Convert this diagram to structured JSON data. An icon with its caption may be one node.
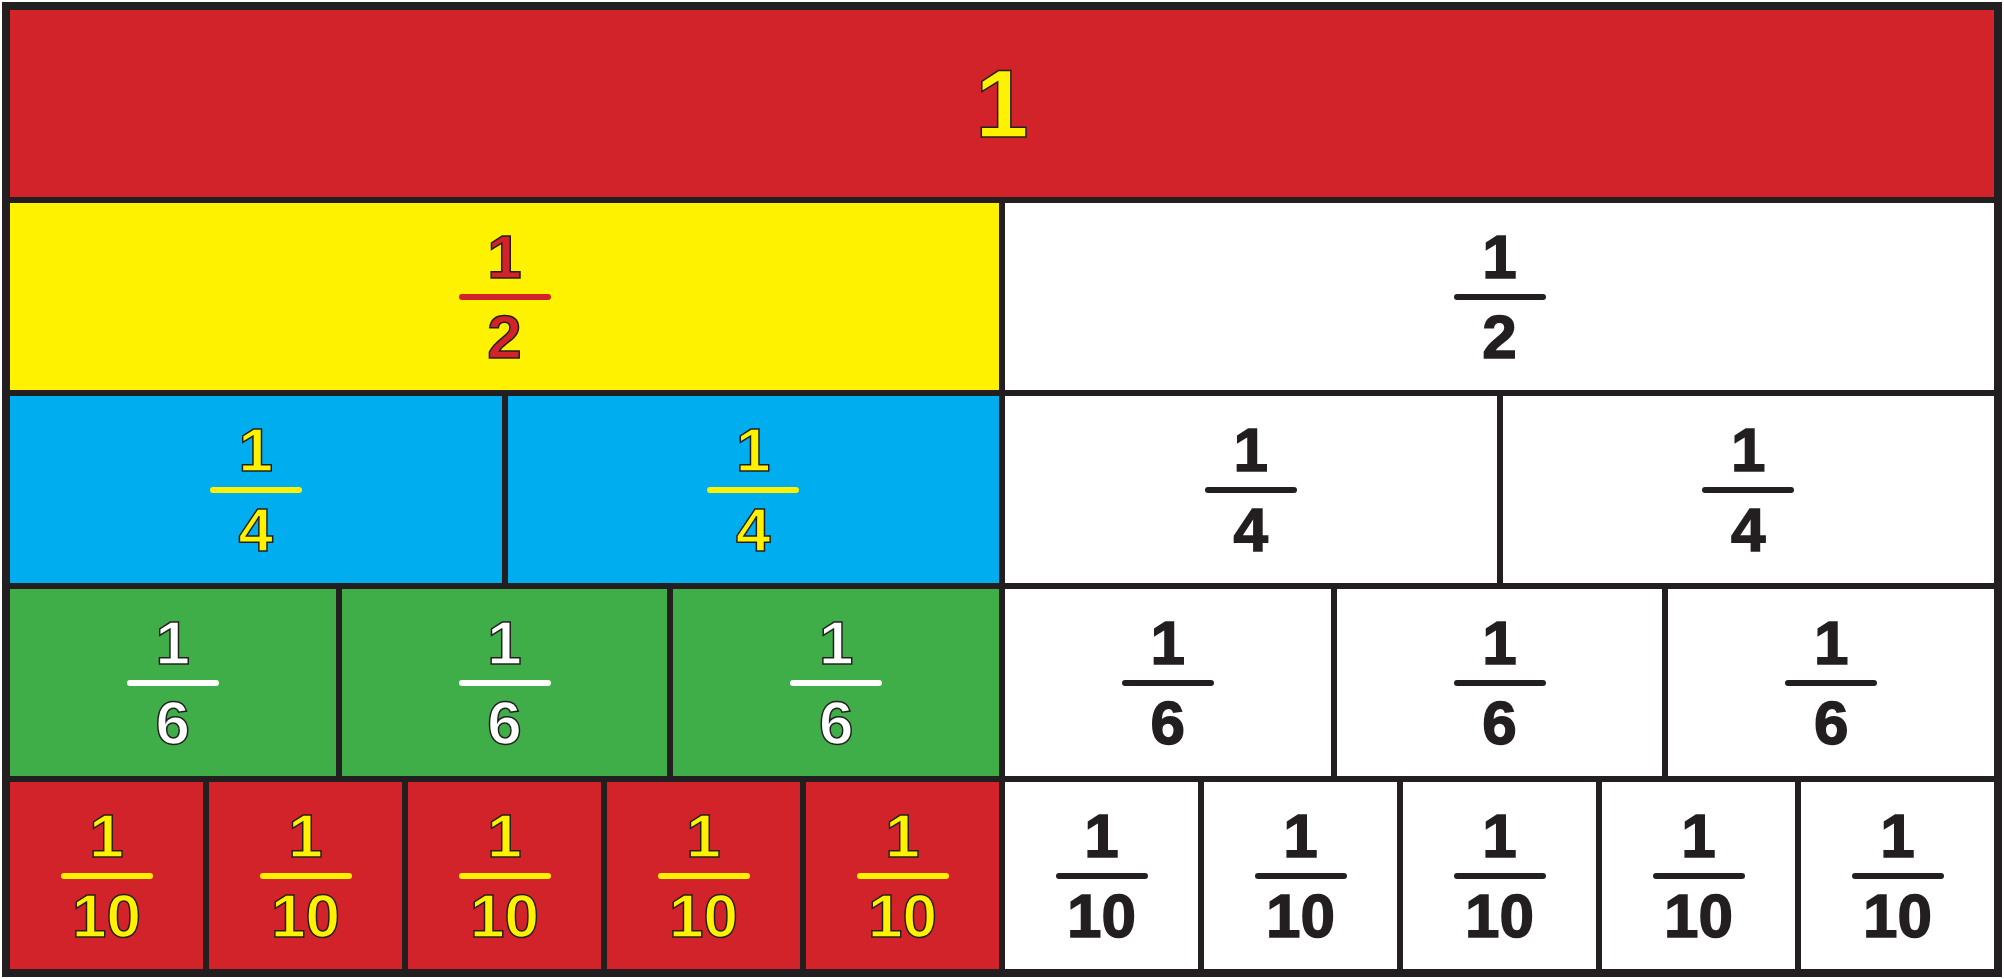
{
  "diagram": {
    "nodes": [
      {
        "text": [
          "1"
        ]
      },
      {
        "text": [
          "1",
          "2"
        ]
      },
      {
        "text": [
          "1",
          "2"
        ]
      },
      {
        "text": [
          "1",
          "4"
        ]
      },
      {
        "text": [
          "1",
          "4"
        ]
      },
      {
        "text": [
          "1",
          "4"
        ]
      },
      {
        "text": [
          "1",
          "4"
        ]
      },
      {
        "text": [
          "1",
          "6"
        ]
      },
      {
        "text": [
          "1",
          "6"
        ]
      },
      {
        "text": [
          "1",
          "6"
        ]
      },
      {
        "text": [
          "1",
          "6"
        ]
      },
      {
        "text": [
          "1",
          "6"
        ]
      },
      {
        "text": [
          "1",
          "6"
        ]
      },
      {
        "text": [
          "1",
          "10"
        ]
      },
      {
        "text": [
          "1",
          "10"
        ]
      },
      {
        "text": [
          "1",
          "10"
        ]
      },
      {
        "text": [
          "1",
          "10"
        ]
      },
      {
        "text": [
          "1",
          "10"
        ]
      },
      {
        "text": [
          "1",
          "10"
        ]
      },
      {
        "text": [
          "1",
          "10"
        ]
      },
      {
        "text": [
          "1",
          "10"
        ]
      },
      {
        "text": [
          "1",
          "10"
        ]
      },
      {
        "text": [
          "1",
          "10"
        ]
      }
    ]
  }
}
